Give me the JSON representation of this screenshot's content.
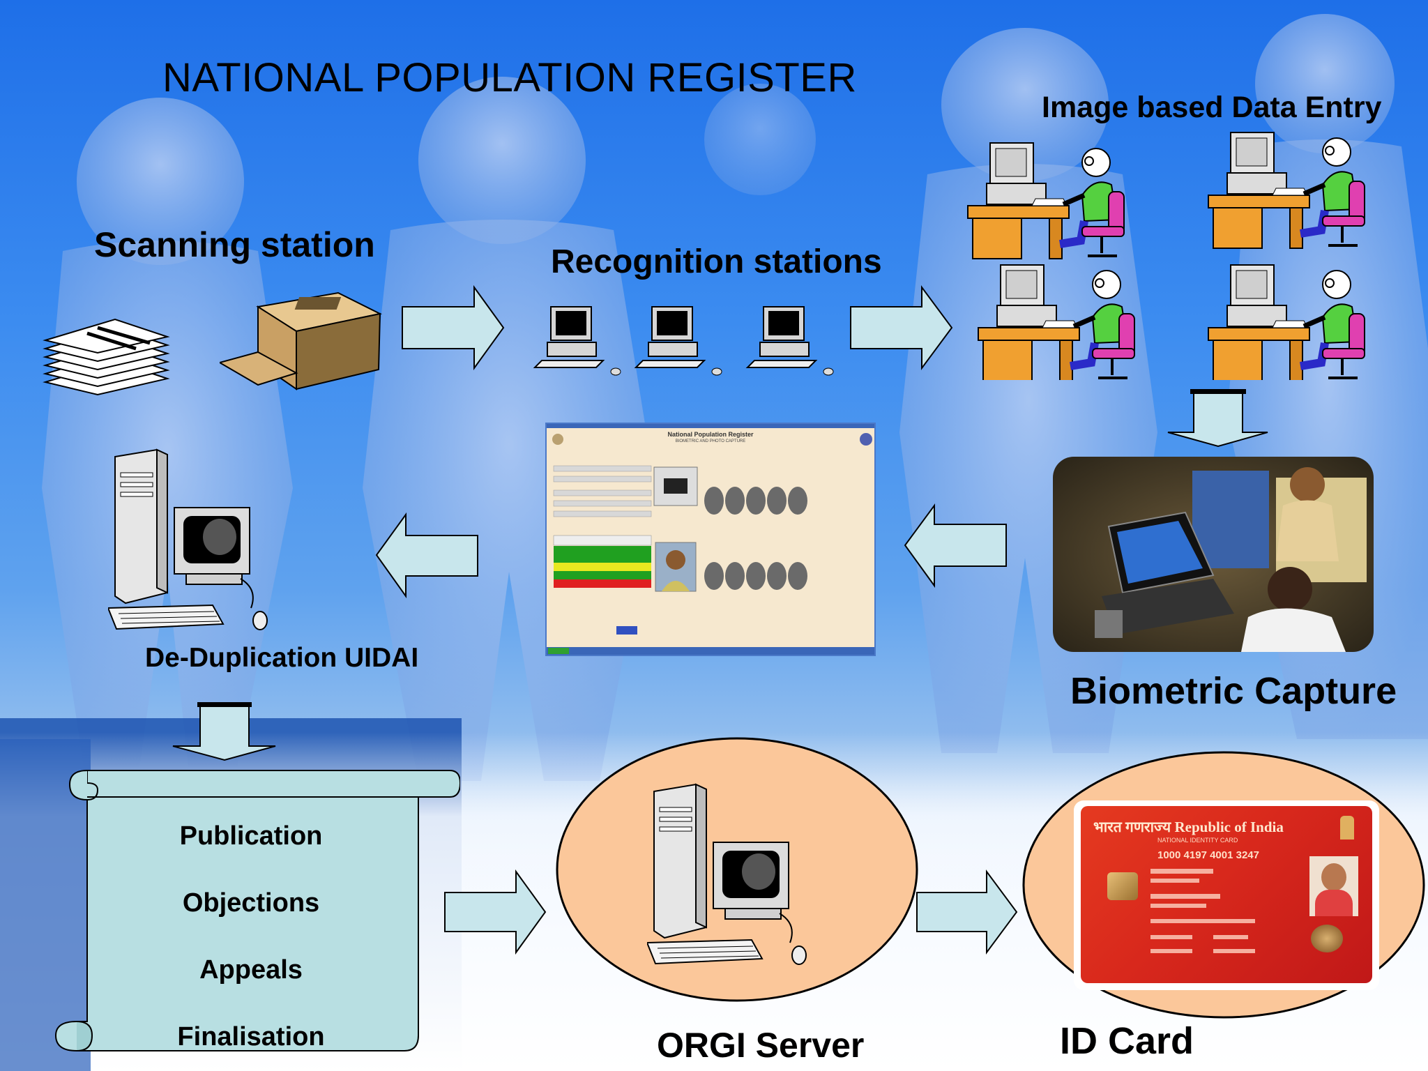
{
  "title": "NATIONAL POPULATION REGISTER",
  "nodes": {
    "scanning_station": "Scanning station",
    "recognition_stations": "Recognition stations",
    "image_data_entry": "Image based Data Entry",
    "biometric_capture": "Biometric Capture",
    "deduplication": "De-Duplication UIDAI",
    "orgi_server": "ORGI Server",
    "id_card": "ID Card"
  },
  "scroll_items": [
    "Publication",
    "Objections",
    "Appeals",
    "Finalisation"
  ],
  "npr_screen": {
    "heading": "National Population Register",
    "subheading": "BIOMETRIC AND PHOTO CAPTURE"
  },
  "id_card_text": {
    "header": "भारत गणराज्य Republic of India",
    "sub": "NATIONAL IDENTITY CARD",
    "number": "1000 4197 4001 3247"
  },
  "colors": {
    "arrow_fill": "#c8e6ec",
    "scroll_fill": "#b8dfe2",
    "ellipse_fill": "#fbc79a",
    "card_red": "#d8281c"
  }
}
